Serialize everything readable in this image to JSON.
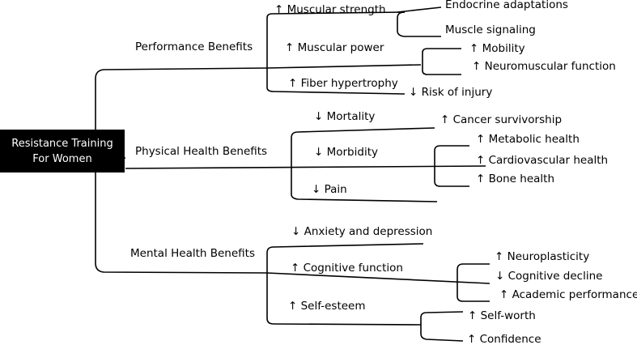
{
  "root": {
    "line1": "Resistance Training",
    "line2": "For Women"
  },
  "branches": [
    {
      "label": "Performance Benefits",
      "items": [
        {
          "label": "↑ Muscular strength",
          "children": [
            "Endocrine adaptations",
            "Muscle signaling"
          ]
        },
        {
          "label": "↑ Muscular power",
          "children": [
            "↑ Mobility",
            "↑ Neuromuscular function"
          ]
        },
        {
          "label": "↑ Fiber hypertrophy",
          "children": [
            "↓ Risk of injury"
          ]
        }
      ]
    },
    {
      "label": "Physical Health Benefits",
      "items": [
        {
          "label": "↓ Mortality",
          "children": [
            "↑ Cancer survivorship"
          ]
        },
        {
          "label": "↓ Morbidity",
          "children": [
            "↑ Metabolic health",
            "↑ Cardiovascular health",
            "↑ Bone health"
          ]
        },
        {
          "label": "↓ Pain",
          "children": []
        }
      ]
    },
    {
      "label": "Mental Health Benefits",
      "items": [
        {
          "label": "↓ Anxiety and depression",
          "children": []
        },
        {
          "label": "↑ Cognitive function",
          "children": [
            "↑ Neuroplasticity",
            "↓ Cognitive decline",
            "↑ Academic performance"
          ]
        },
        {
          "label": "↑ Self-esteem",
          "children": [
            "↑ Self-worth",
            "↑ Confidence"
          ]
        }
      ]
    }
  ],
  "colors": {
    "line": "#000000",
    "root_bg": "#000000",
    "root_text": "#ffffff",
    "text": "#000000"
  }
}
